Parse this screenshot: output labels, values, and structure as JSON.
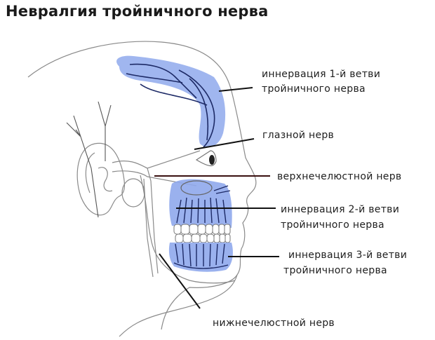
{
  "title": "Невралгия тройничного нерва",
  "colors": {
    "innervation_fill": "#8fa9ec",
    "nerve_stroke": "#1d2a66",
    "outline_stroke": "#8a8a8a",
    "leader_line": "#111111",
    "text": "#1e1e1e"
  },
  "labels": {
    "branch1_line1": "иннервация 1-й ветви",
    "branch1_line2": "тройничного нерва",
    "ophthalmic": "глазной нерв",
    "maxillary": "верхнечелюстной нерв",
    "branch2_line1": "иннервация 2-й ветви",
    "branch2_line2": "тройничного нерва",
    "branch3_line1": "иннервация 3-й ветви",
    "branch3_line2": "тройничного нерва",
    "mandibular": "нижнечелюстной нерв"
  }
}
